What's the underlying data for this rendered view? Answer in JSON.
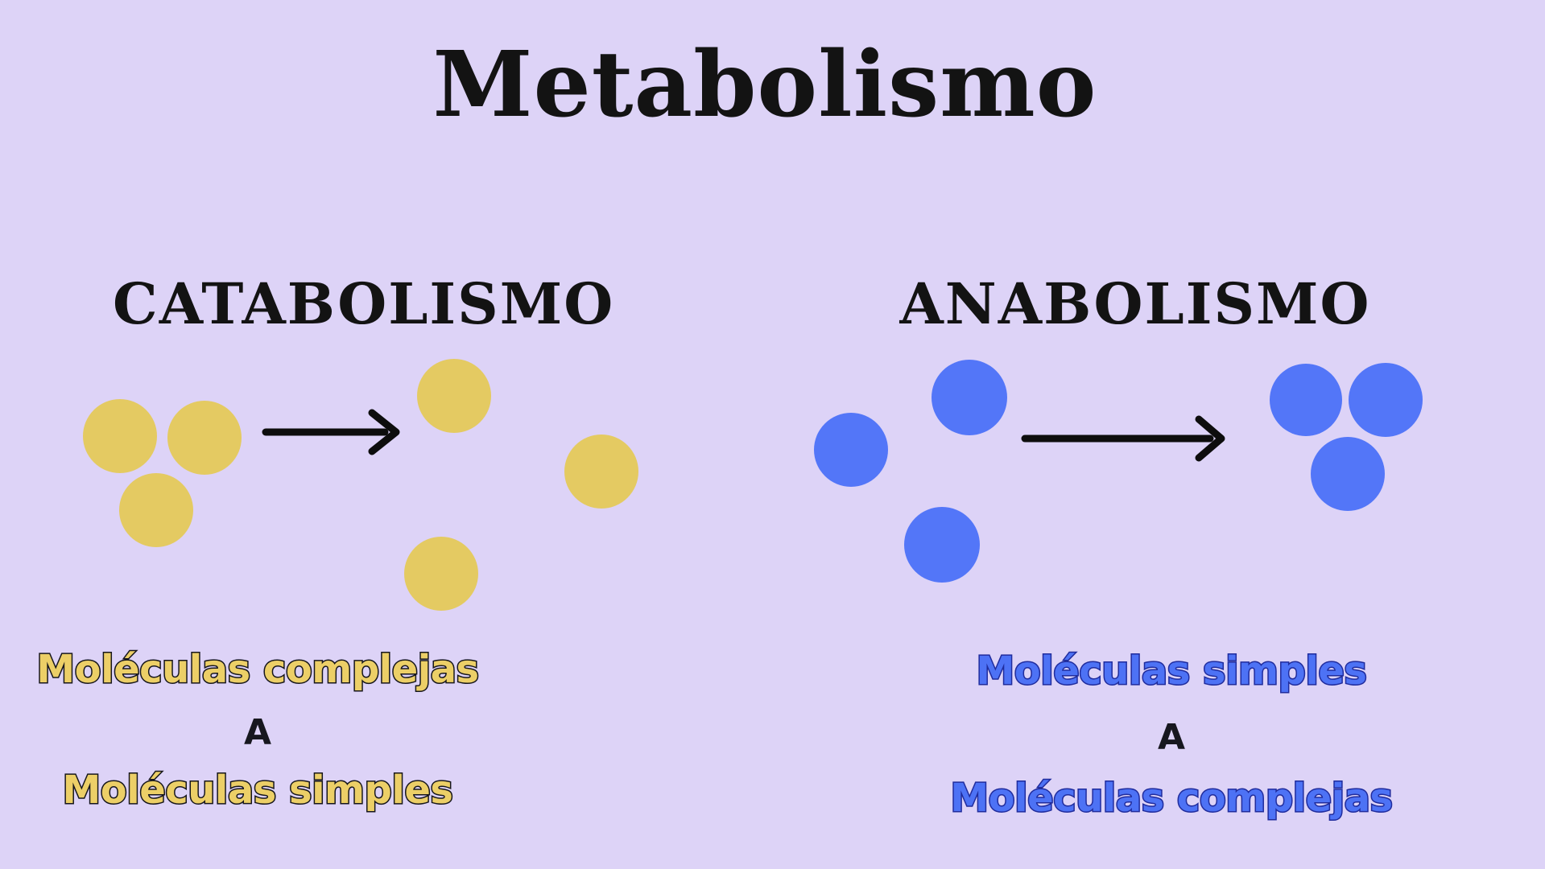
{
  "background": "#ddd3f7",
  "title": "Metabolismo",
  "colors": {
    "background": "#ddd3f7",
    "heading_text": "#131313",
    "yellow_molecule": "#e4ca62",
    "blue_molecule": "#5376f8",
    "arrow": "#0d0d0d",
    "yellow_label_fill": "#eccf67",
    "yellow_label_outline": "#16161c",
    "blue_label_fill": "#4d72f5",
    "blue_label_outline": "#202c9d",
    "connector_word_color": "#17171f"
  },
  "catabolismo": {
    "heading": "CATABOLISMO",
    "from_label": "Moléculas complejas",
    "connector": "A",
    "to_label": "Moléculas simples"
  },
  "anabolismo": {
    "heading": "ANABOLISMO",
    "from_label": "Moléculas simples",
    "connector": "A",
    "to_label": "Moléculas complejas"
  },
  "diagram": {
    "catabolismo": {
      "before": "3 complex molecules clustered together",
      "after": "3 simple molecules separated",
      "molecule_count": 3
    },
    "anabolismo": {
      "before": "3 simple molecules separated",
      "after": "3 complex molecules clustered together",
      "molecule_count": 3
    }
  }
}
